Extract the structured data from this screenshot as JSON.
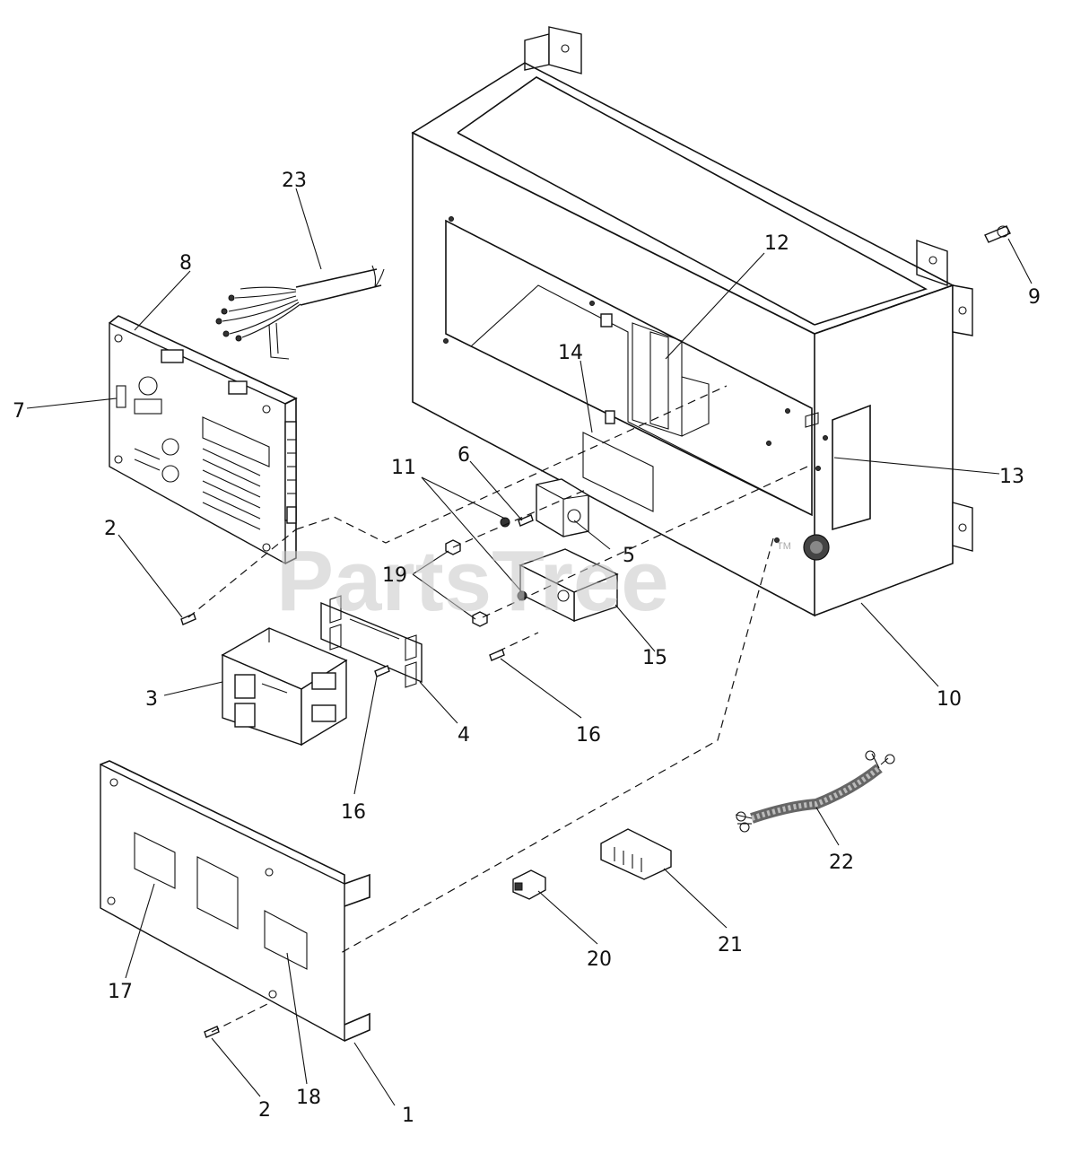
{
  "watermark": {
    "text": "PartsTree",
    "trademark": "TM"
  },
  "callouts": [
    {
      "id": "c1",
      "label": "1"
    },
    {
      "id": "c2a",
      "label": "2"
    },
    {
      "id": "c2b",
      "label": "2"
    },
    {
      "id": "c3",
      "label": "3"
    },
    {
      "id": "c4",
      "label": "4"
    },
    {
      "id": "c5",
      "label": "5"
    },
    {
      "id": "c6",
      "label": "6"
    },
    {
      "id": "c7",
      "label": "7"
    },
    {
      "id": "c8",
      "label": "8"
    },
    {
      "id": "c9",
      "label": "9"
    },
    {
      "id": "c10",
      "label": "10"
    },
    {
      "id": "c11",
      "label": "11"
    },
    {
      "id": "c12",
      "label": "12"
    },
    {
      "id": "c13",
      "label": "13"
    },
    {
      "id": "c14",
      "label": "14"
    },
    {
      "id": "c15",
      "label": "15"
    },
    {
      "id": "c16a",
      "label": "16"
    },
    {
      "id": "c16b",
      "label": "16"
    },
    {
      "id": "c17",
      "label": "17"
    },
    {
      "id": "c18",
      "label": "18"
    },
    {
      "id": "c19",
      "label": "19"
    },
    {
      "id": "c20",
      "label": "20"
    },
    {
      "id": "c21",
      "label": "21"
    },
    {
      "id": "c22",
      "label": "22"
    },
    {
      "id": "c23",
      "label": "23"
    }
  ]
}
